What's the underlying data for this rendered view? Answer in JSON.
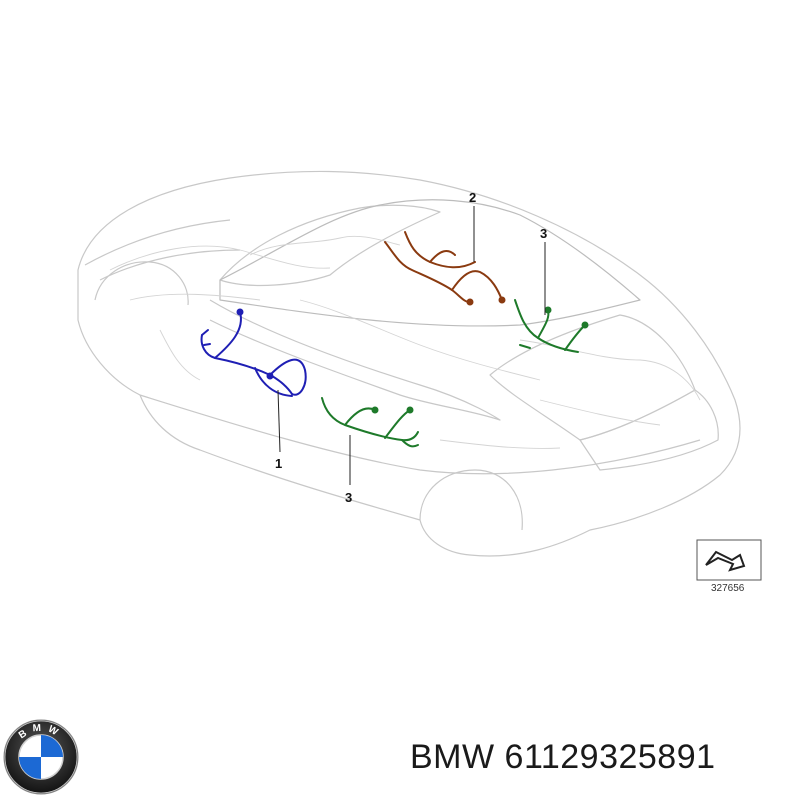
{
  "diagram": {
    "callouts": [
      {
        "id": "callout-1",
        "label": "1"
      },
      {
        "id": "callout-2",
        "label": "2"
      },
      {
        "id": "callout-3-top",
        "label": "3"
      },
      {
        "id": "callout-3-bottom",
        "label": "3"
      }
    ],
    "figure_number": "327656",
    "harness_colors": {
      "harness_1": "#1f1fb4",
      "harness_2": "#8a3a10",
      "harness_3": "#1e7a2a"
    }
  },
  "caption": {
    "brand": "BMW",
    "part_number": "61129325891",
    "full_text": "BMW 61129325891"
  },
  "logo": {
    "letters": "BMW",
    "icon": "bmw-roundel-icon",
    "colors": {
      "blue": "#1c69d4",
      "ring": "#1a1a1a",
      "white": "#ffffff"
    }
  }
}
